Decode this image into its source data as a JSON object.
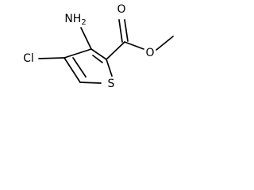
{
  "molecule": {
    "atoms": {
      "amino": "NH2",
      "chlorine": "Cl",
      "sulfur": "S",
      "carbonyl_oxygen": "O",
      "ester_oxygen": "O"
    }
  }
}
